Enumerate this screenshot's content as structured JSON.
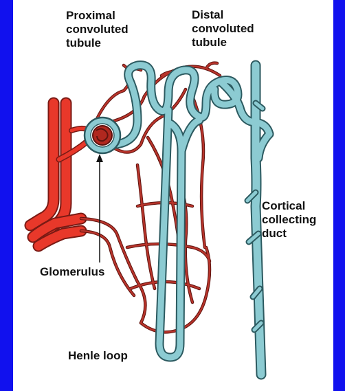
{
  "colors": {
    "background_border": "#1111ee",
    "panel": "#ffffff",
    "artery": "#e8382a",
    "vessel": "#9b2a22",
    "tubule": "#8ccbd2",
    "tubule_outline": "#2c5a60",
    "text": "#111111"
  },
  "labels": {
    "proximal": [
      "Proximal",
      "convoluted",
      "tubule"
    ],
    "distal": [
      "Distal",
      "convoluted",
      "tubule"
    ],
    "cortical": [
      "Cortical",
      "collecting",
      "duct"
    ],
    "glomerulus": "Glomerulus",
    "henle": "Henle loop"
  }
}
